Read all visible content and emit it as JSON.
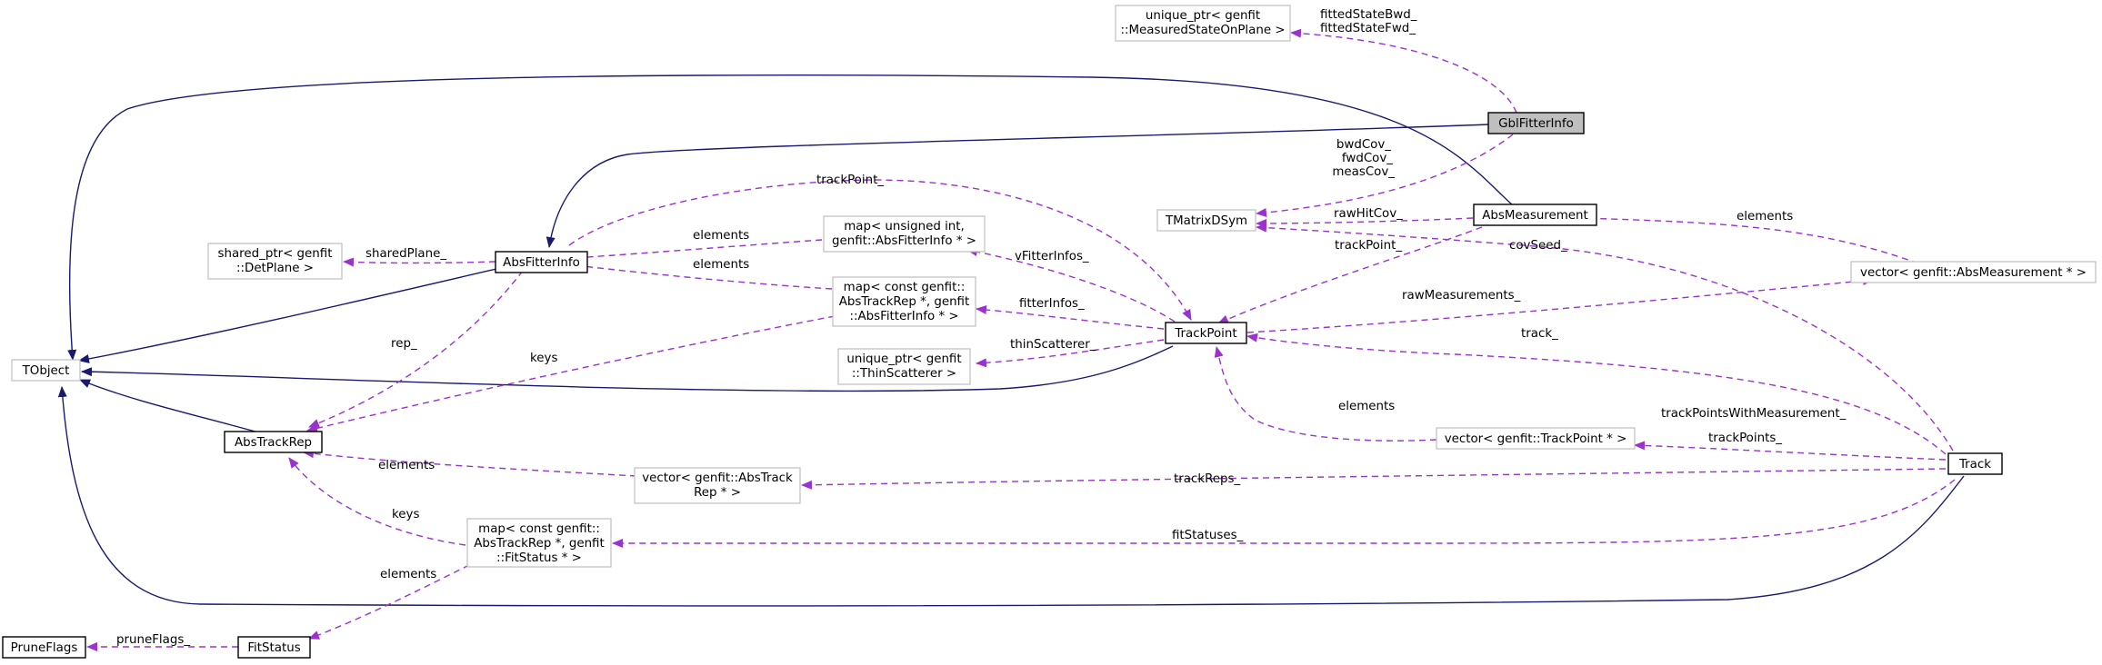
{
  "colors": {
    "inheritance_edge": "#191970",
    "usage_edge": "#9a32cd",
    "focus_fill": "#bfbfbf",
    "weak_border": "#bfbfbf"
  },
  "nodes": {
    "gblfitterinfo": [
      "GblFitterInfo"
    ],
    "measuredstate": [
      "unique_ptr< genfit",
      "::MeasuredStateOnPlane >"
    ],
    "tmatrixdsym": [
      "TMatrixDSym"
    ],
    "absmeasurement": [
      "AbsMeasurement"
    ],
    "sharedptr": [
      "shared_ptr< genfit",
      "::DetPlane >"
    ],
    "absfitterinfo": [
      "AbsFitterInfo"
    ],
    "mapuint": [
      "map< unsigned int,",
      "genfit::AbsFitterInfo * >"
    ],
    "mapconst1": [
      "map< const genfit::",
      "AbsTrackRep *, genfit",
      "::AbsFitterInfo * >"
    ],
    "uniqueptrthin": [
      "unique_ptr< genfit",
      "::ThinScatterer >"
    ],
    "trackpoint": [
      "TrackPoint"
    ],
    "vecabsmeas": [
      "vector< genfit::AbsMeasurement * >"
    ],
    "tobject": [
      "TObject"
    ],
    "abstrackrep": [
      "AbsTrackRep"
    ],
    "vectrackpoint": [
      "vector< genfit::TrackPoint * >"
    ],
    "track": [
      "Track"
    ],
    "vecabstrackrep": [
      "vector< genfit::AbsTrack",
      "Rep * >"
    ],
    "mapconst2": [
      "map< const genfit::",
      "AbsTrackRep *, genfit",
      "::FitStatus * >"
    ],
    "pruneflags": [
      "PruneFlags"
    ],
    "fitstatus": [
      "FitStatus"
    ]
  },
  "edge_labels": {
    "fitted_state": [
      "fittedStateBwd_",
      "fittedStateFwd_"
    ],
    "cov": [
      "bwdCov_",
      "fwdCov_",
      "measCov_"
    ],
    "rawhitcov": "rawHitCov_",
    "elements_absmeas": "elements",
    "trackpoint_from_absfitter": "trackPoint_",
    "trackpoint_from_absmeas": "trackPoint_",
    "covseed": "covSeed_",
    "sharedplane": "sharedPlane_",
    "elements_mapuint": "elements",
    "vfitterinfos": "vFitterInfos_",
    "elements_mapconst1": "elements",
    "rawmeasurements": "rawMeasurements_",
    "fitterinfos": "fitterInfos_",
    "track_": "track_",
    "thinscatterer": "thinScatterer_",
    "rep": "rep_",
    "keys_mapconst1": "keys",
    "elements_vectrackpoint": "elements",
    "trackpoints_with_meas": "trackPointsWithMeasurement_",
    "trackpoints": "trackPoints_",
    "elements_vecabstrackrep": "elements",
    "trackreps": "trackReps_",
    "keys_mapconst2": "keys",
    "fitstatuses": "fitStatuses_",
    "elements_mapconst2": "elements",
    "pruneflags": "pruneFlags_"
  }
}
